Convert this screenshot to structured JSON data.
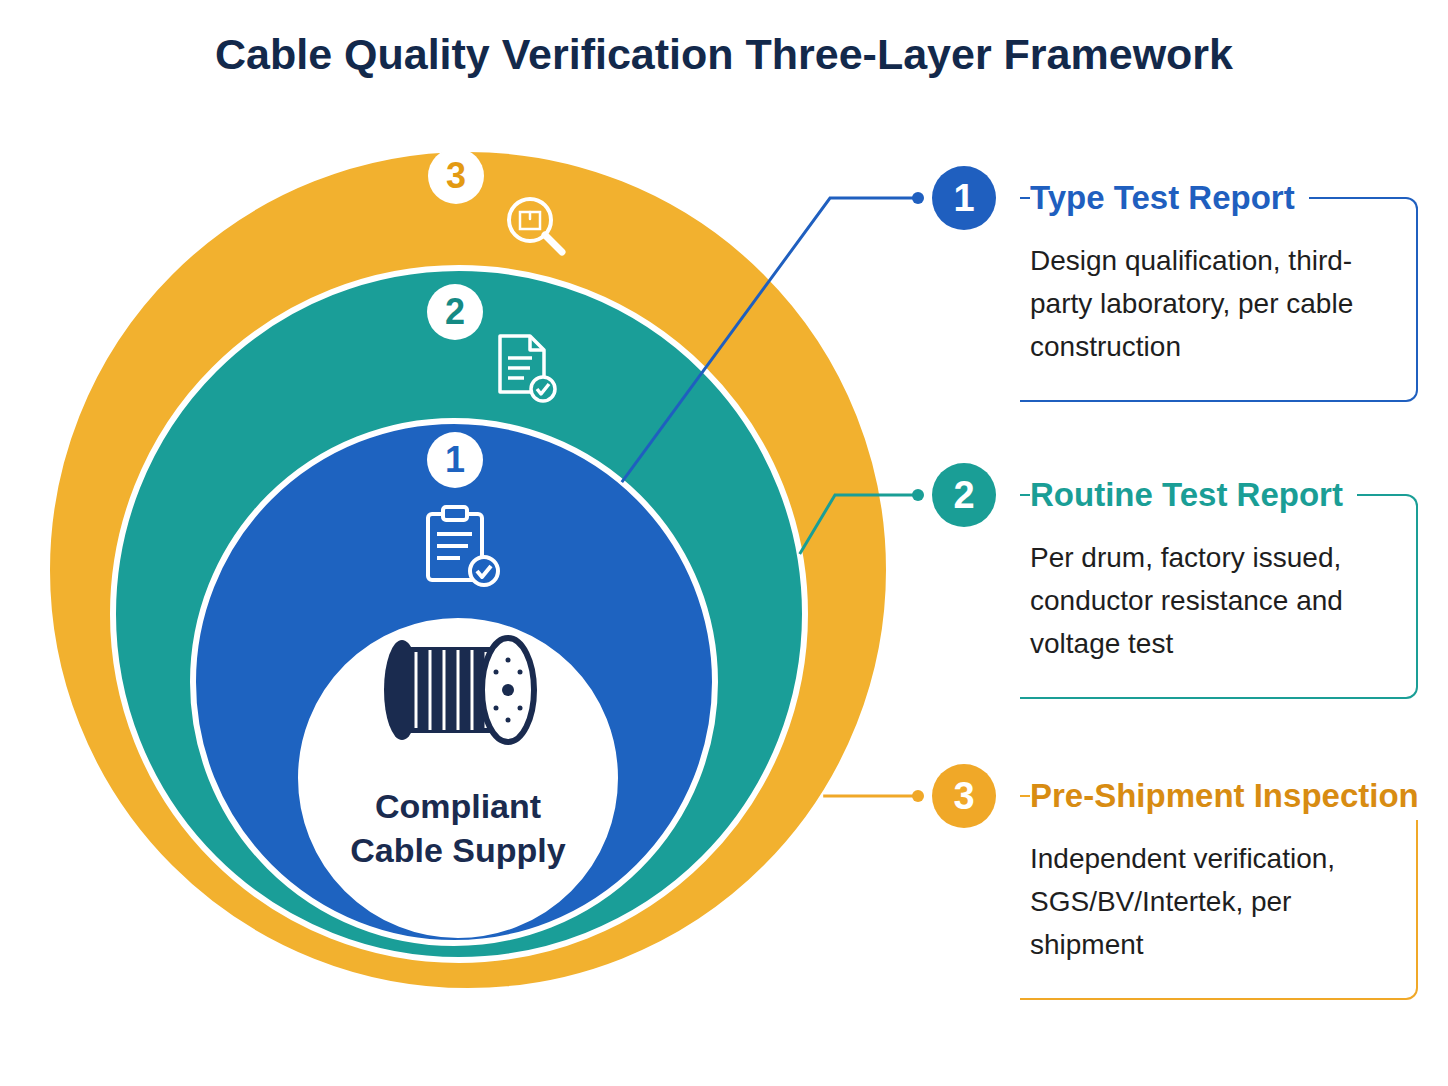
{
  "diagram": {
    "title": "Cable Quality Verification Three-Layer Framework",
    "nodes": [
      {
        "text": [
          "3"
        ]
      },
      {
        "text": [
          "2"
        ],
        "in": 0
      },
      {
        "text": [
          "1"
        ],
        "in": 1
      },
      {
        "text": [
          "Compliant Cable Supply"
        ],
        "in": 2
      },
      {
        "text": [
          "1",
          "Type Test Report",
          "Design qualification, third-party laboratory, per cable construction"
        ]
      },
      {
        "text": [
          "2",
          "Routine Test Report",
          "Per drum, factory issued, conductor resistance and voltage test"
        ]
      },
      {
        "text": [
          "3",
          "Pre-Shipment Inspection",
          "Independent verification, SGS/BV/Intertek, per shipment"
        ]
      }
    ],
    "edges": [
      {
        "from": 2,
        "to": 4,
        "arrow": "none"
      },
      {
        "from": 1,
        "to": 5,
        "arrow": "none"
      },
      {
        "from": 0,
        "to": 6,
        "arrow": "none"
      }
    ]
  }
}
